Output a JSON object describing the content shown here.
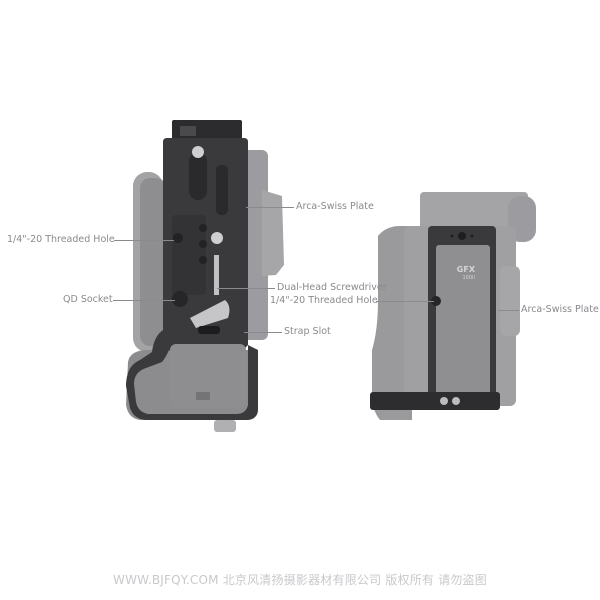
{
  "product": {
    "left_view": {
      "description": "side view of camera with L-bracket",
      "callouts": [
        {
          "id": "arca-swiss-plate-left",
          "text": "Arca-Swiss Plate"
        },
        {
          "id": "threaded-hole-left",
          "text": "1/4\"-20 Threaded Hole"
        },
        {
          "id": "dual-head-screwdriver",
          "text": "Dual-Head Screwdriver"
        },
        {
          "id": "qd-socket",
          "text": "QD Socket"
        },
        {
          "id": "strap-slot",
          "text": "Strap Slot"
        }
      ]
    },
    "right_view": {
      "description": "bottom view of camera with L-bracket",
      "camera_badge": {
        "brand": "GFX",
        "model": "100II"
      },
      "callouts": [
        {
          "id": "threaded-hole-right",
          "text": "1/4\"-20 Threaded Hole"
        },
        {
          "id": "arca-swiss-plate-right",
          "text": "Arca-Swiss Plate"
        }
      ]
    }
  },
  "watermark": "WWW.BJFQY.COM 北京风清扬摄影器材有限公司 版权所有 请勿盗图",
  "colors": {
    "background": "#ffffff",
    "bracket": "#3a3a3d",
    "camera_body": "#9a9a9d",
    "label_text": "#8a8a8e",
    "watermark_text": "#c9c9cc"
  }
}
